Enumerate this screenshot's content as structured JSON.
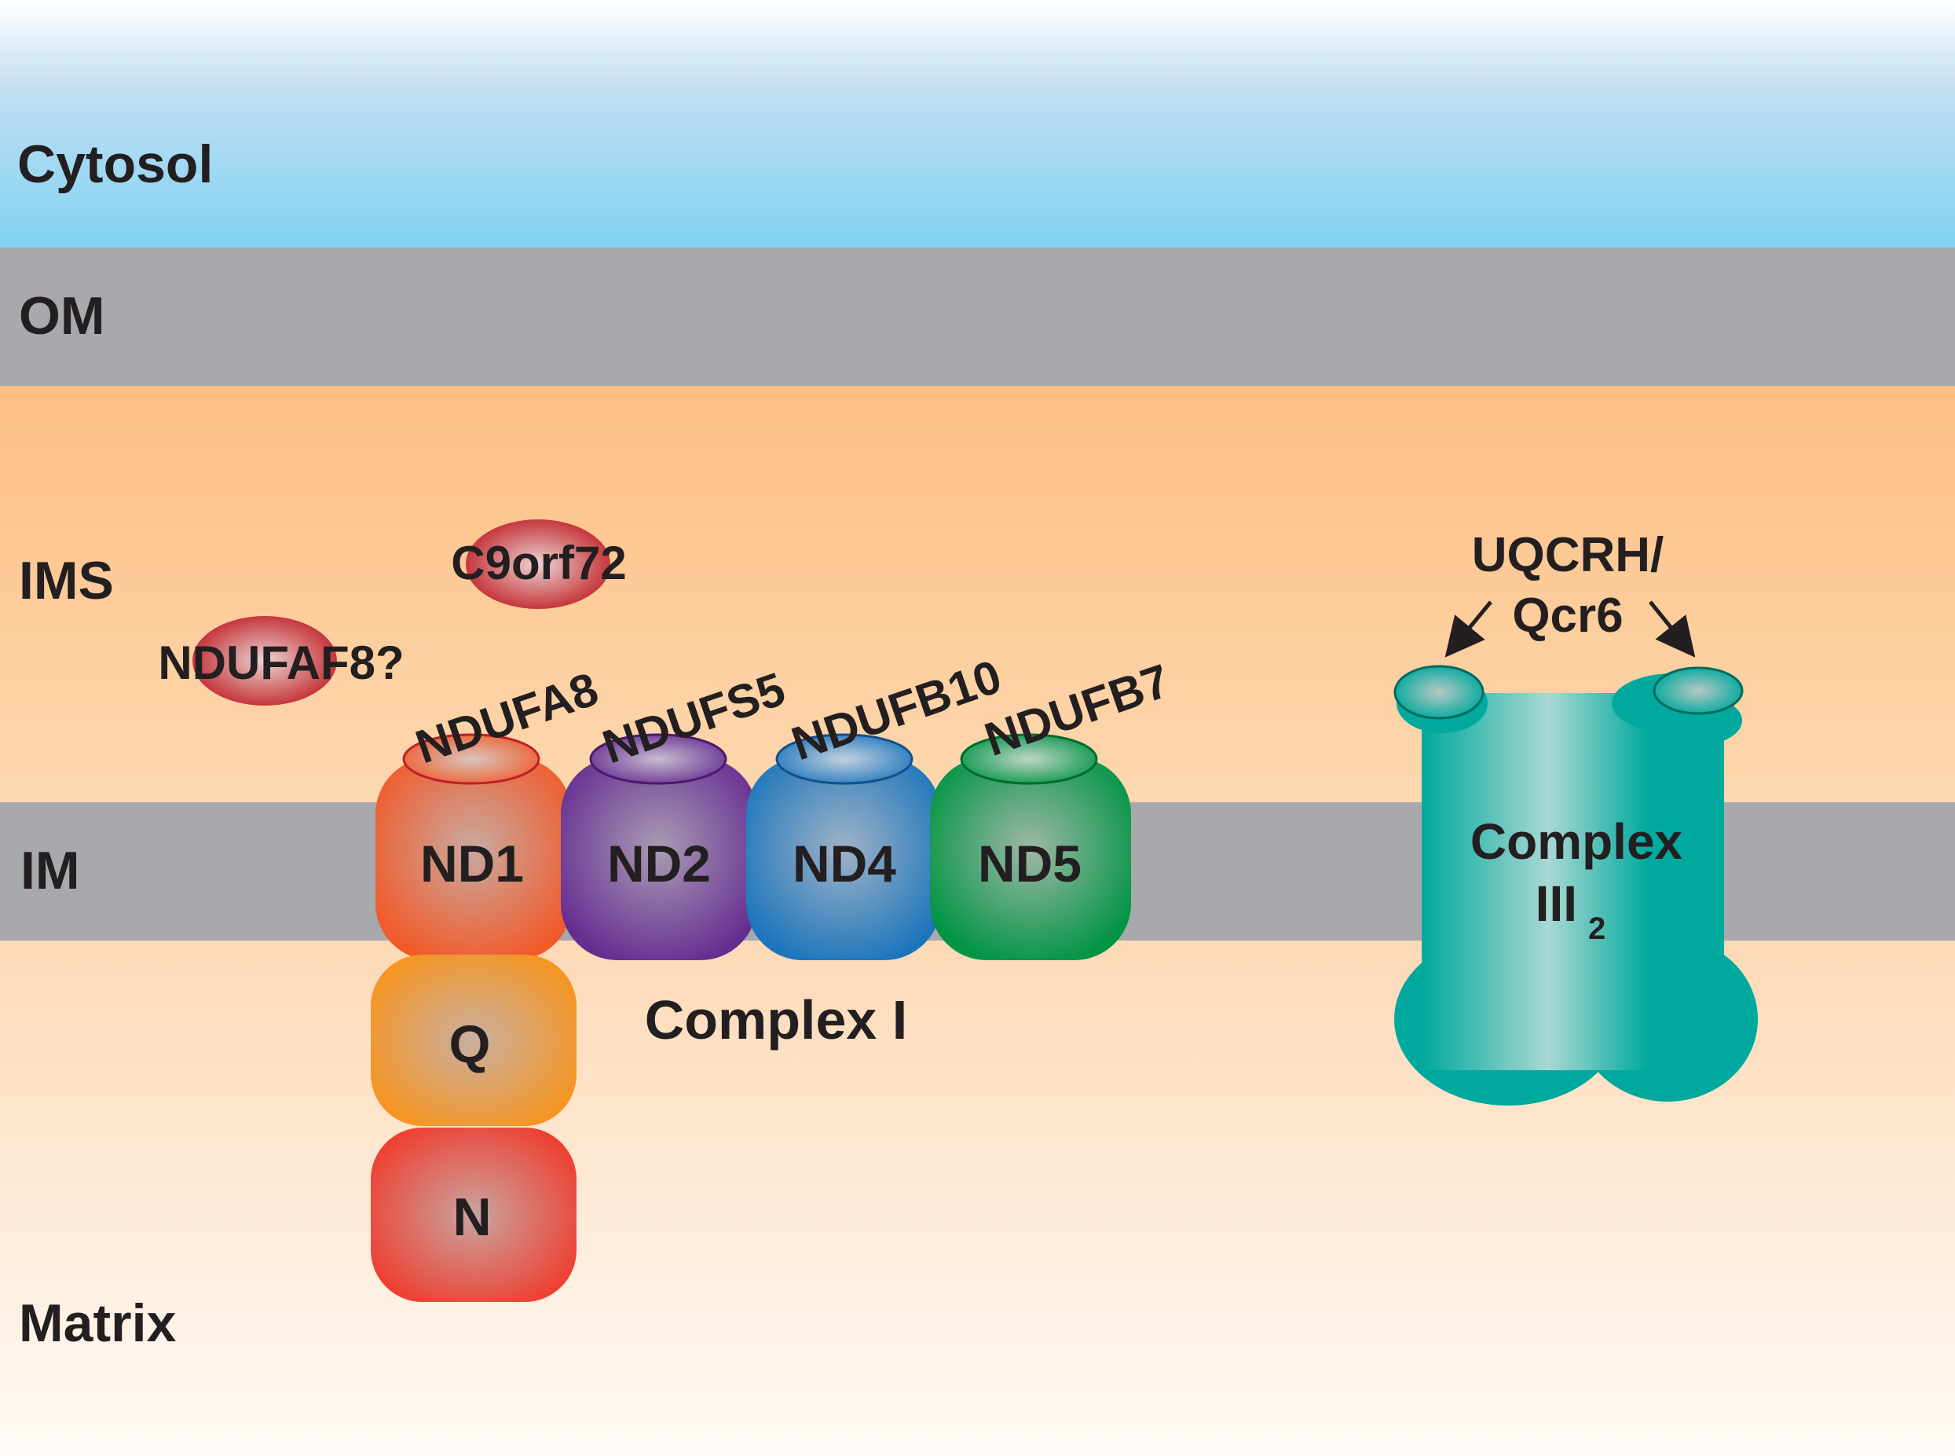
{
  "compartments": {
    "cytosol": "Cytosol",
    "om": "OM",
    "ims": "IMS",
    "im": "IM",
    "matrix": "Matrix"
  },
  "factors": {
    "c9orf72": "C9orf72",
    "ndufaf8": "NDUFAF8?"
  },
  "complex1": {
    "label": "Complex I",
    "modules": {
      "nd1": "ND1",
      "nd2": "ND2",
      "nd4": "ND4",
      "nd5": "ND5",
      "q": "Q",
      "n": "N"
    },
    "subunits": {
      "ndufa8": "NDUFA8",
      "ndufs5": "NDUFS5",
      "ndufb10": "NDUFB10",
      "ndufb7": "NDUFB7"
    }
  },
  "complex3": {
    "label_line1": "Complex",
    "label_line2": "III",
    "label_subscript": "2",
    "subunit_line1": "UQCRH/",
    "subunit_line2": "Qcr6"
  },
  "colors": {
    "cytosol_top": "#ffffff",
    "cytosol_bottom": "#7fd2f2",
    "membrane": "#a7a9ac",
    "ims": "#fdc58a",
    "matrix_bottom": "#fffaf5",
    "nd1": "#f15a29",
    "nd2": "#662d91",
    "nd4": "#1c75bc",
    "nd5": "#009444",
    "q": "#f7941d",
    "n": "#ef3d2e",
    "complex3": "#00a99d",
    "factor": "#c1272d"
  }
}
